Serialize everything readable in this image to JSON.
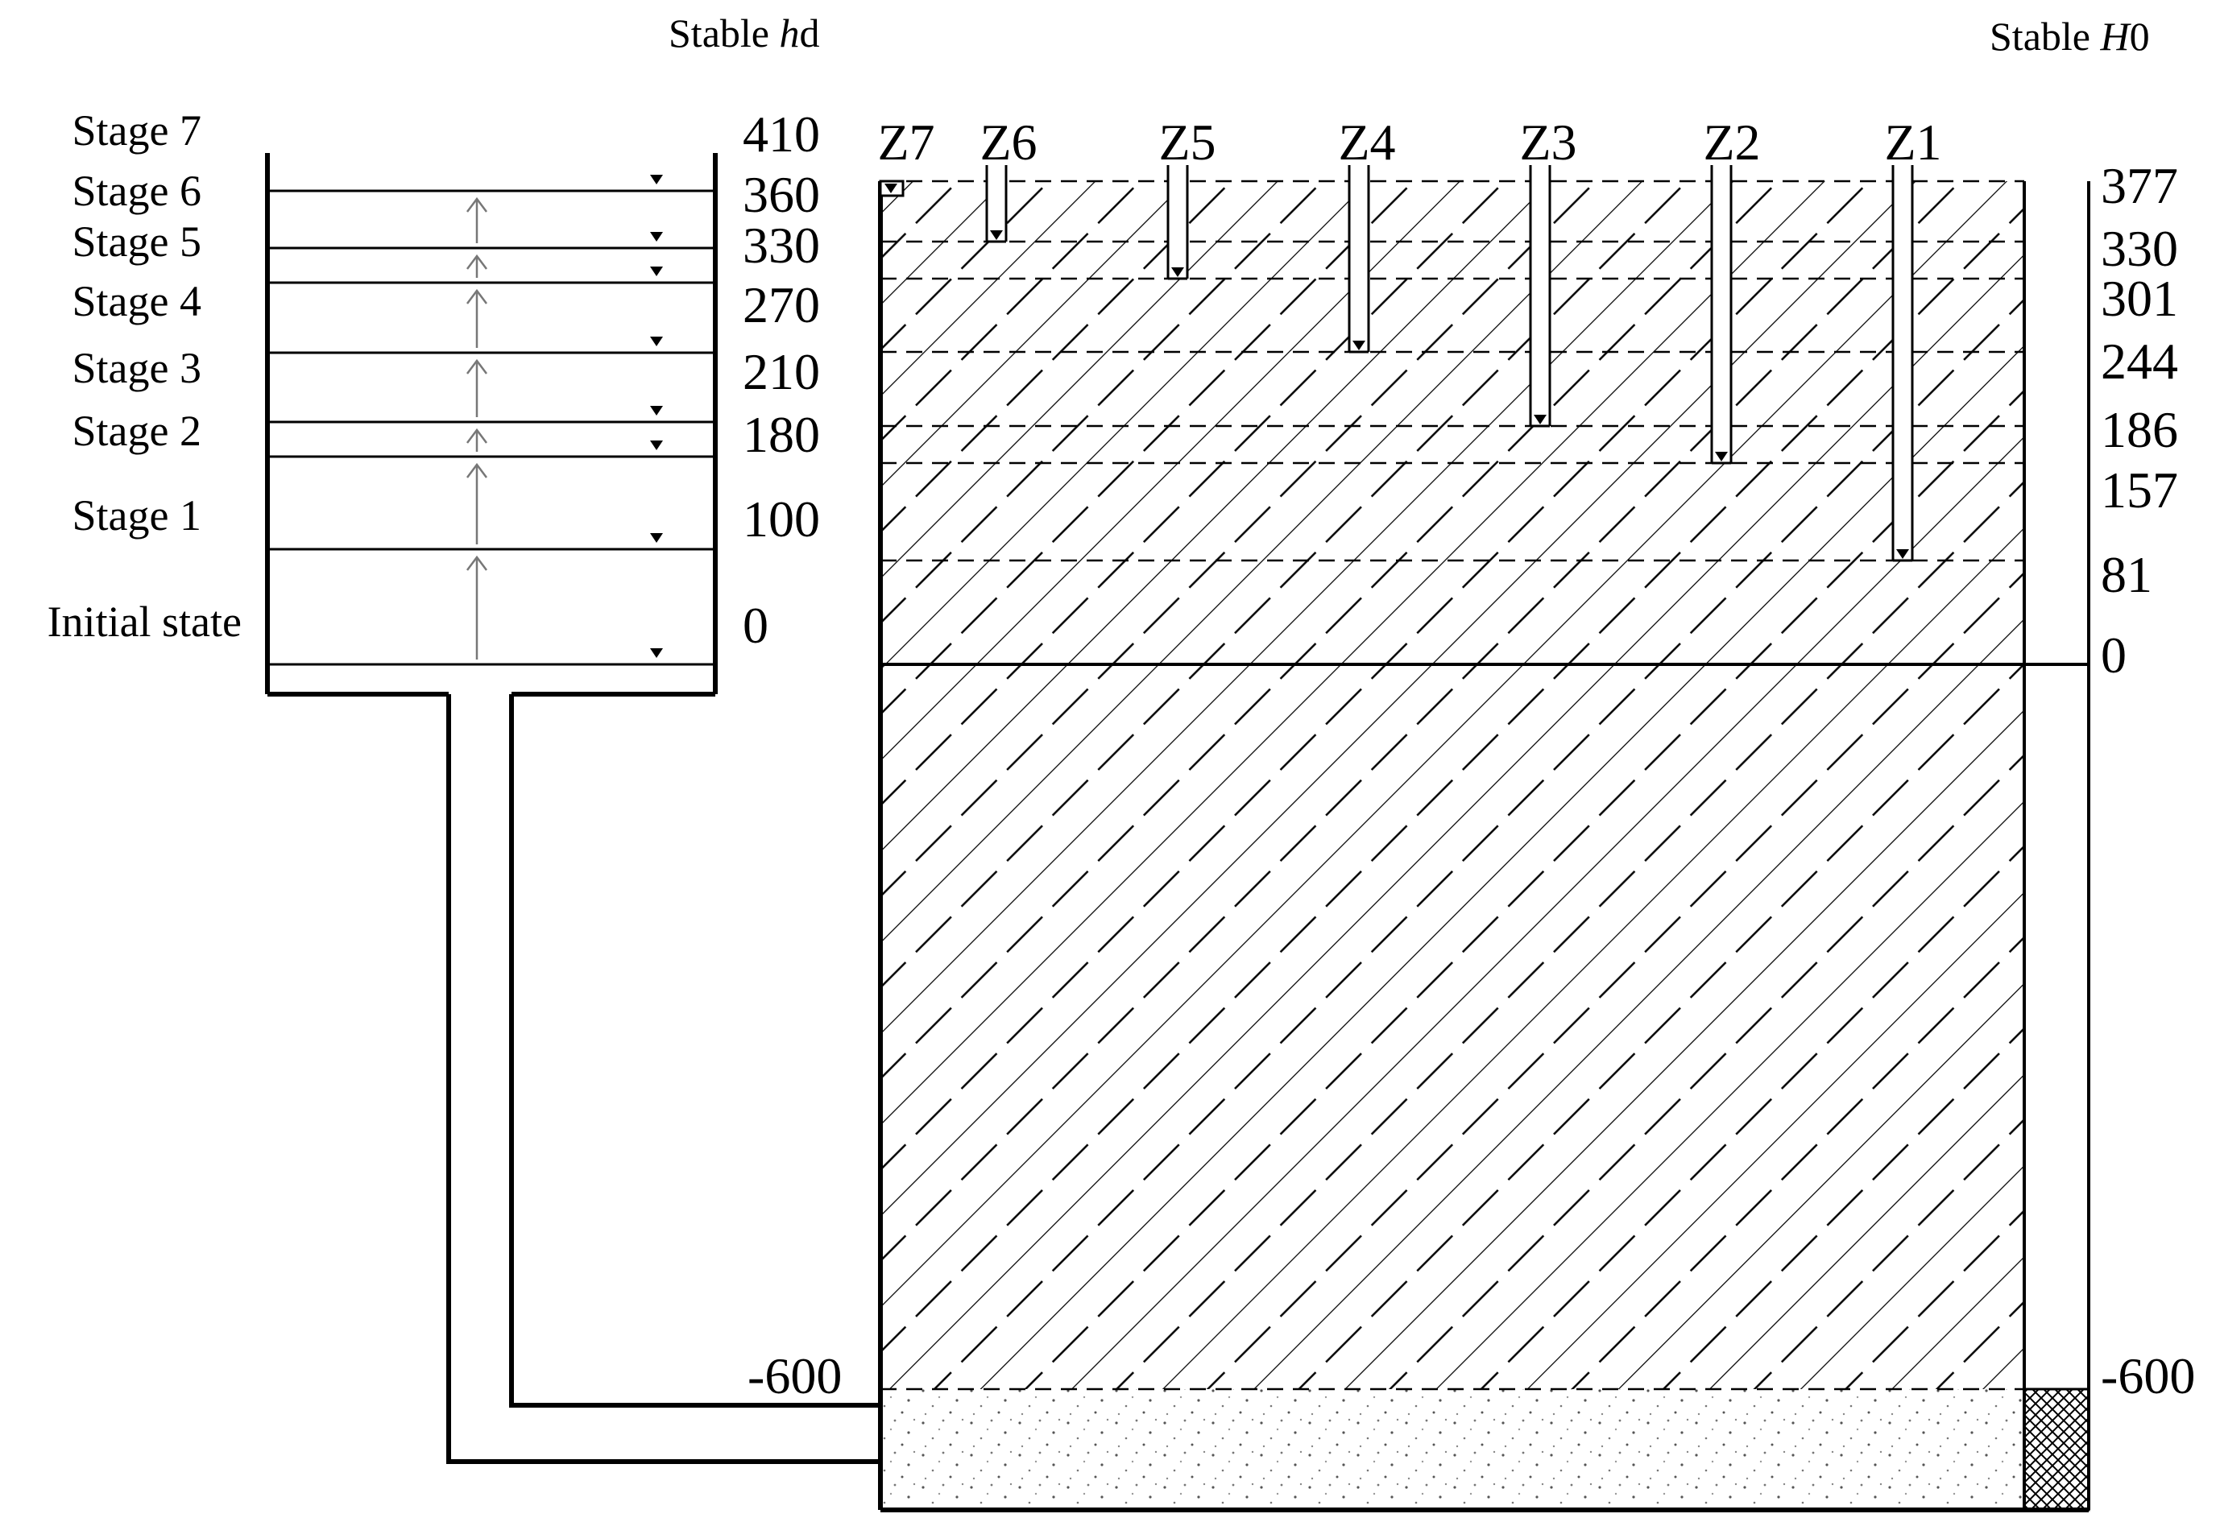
{
  "headers": {
    "left_prefix": "Stable ",
    "left_var": "h",
    "left_suffix": "d",
    "right_prefix": "Stable ",
    "right_var": "H",
    "right_suffix": "0"
  },
  "tank_levels": [
    {
      "label": "Stage 7",
      "value": "410"
    },
    {
      "label": "Stage 6",
      "value": "360"
    },
    {
      "label": "Stage 5",
      "value": "330"
    },
    {
      "label": "Stage 4",
      "value": "270"
    },
    {
      "label": "Stage 3",
      "value": "210"
    },
    {
      "label": "Stage 2",
      "value": "180"
    },
    {
      "label": "Stage 1",
      "value": "100"
    },
    {
      "label": "Initial state",
      "value": "0"
    }
  ],
  "piezometers": [
    "Z7",
    "Z6",
    "Z5",
    "Z4",
    "Z3",
    "Z2",
    "Z1"
  ],
  "head_levels": [
    "377",
    "330",
    "301",
    "244",
    "186",
    "157",
    "81",
    "0"
  ],
  "bottom": {
    "left_value": "-600",
    "right_value": "-600"
  }
}
